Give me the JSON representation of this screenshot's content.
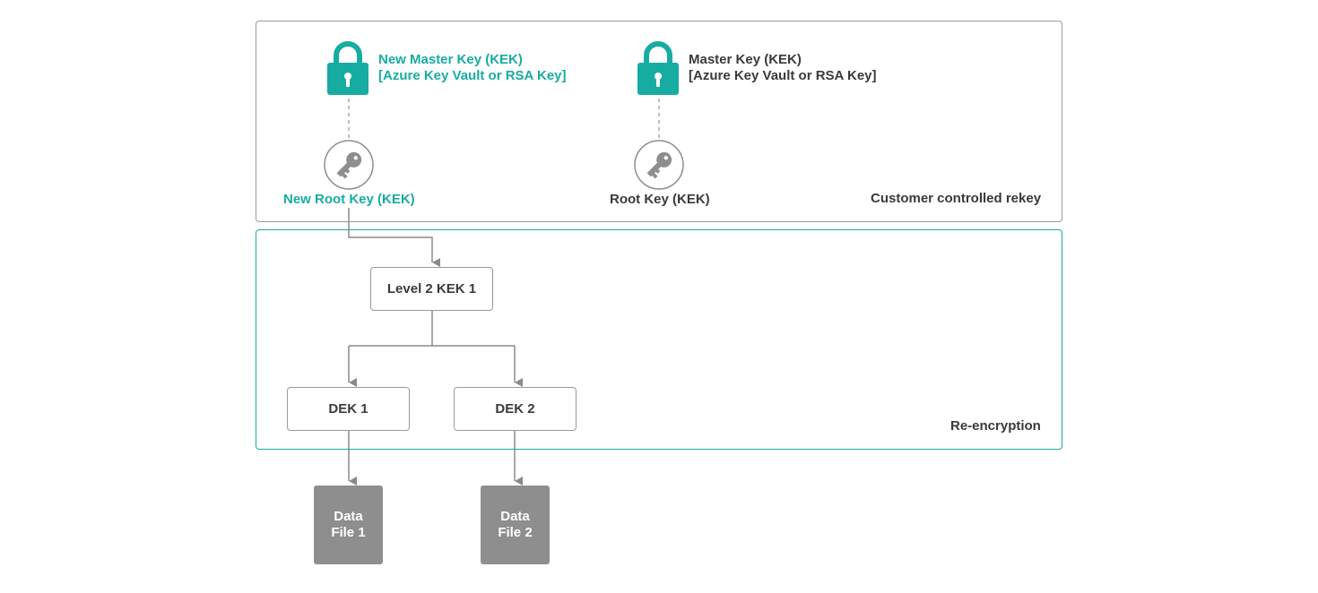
{
  "rekey_panel": {
    "caption": "Customer controlled rekey"
  },
  "reencryption_panel": {
    "caption": "Re-encryption"
  },
  "new_master_key": {
    "line1": "New Master Key (KEK)",
    "line2": "[Azure Key Vault or RSA Key]",
    "icon": "lock-icon"
  },
  "master_key": {
    "line1": "Master Key (KEK)",
    "line2": "[Azure Key Vault or RSA Key]",
    "icon": "lock-icon"
  },
  "new_root_key": {
    "label": "New Root Key (KEK)",
    "icon": "key-icon"
  },
  "root_key": {
    "label": "Root Key (KEK)",
    "icon": "key-icon"
  },
  "level2_kek": {
    "label": "Level 2 KEK 1"
  },
  "dek1": {
    "label": "DEK 1"
  },
  "dek2": {
    "label": "DEK 2"
  },
  "data_file_1": {
    "line1": "Data",
    "line2": "File 1"
  },
  "data_file_2": {
    "line1": "Data",
    "line2": "File 2"
  },
  "colors": {
    "teal": "#17aca1",
    "gray_border": "#9a9a9a",
    "gray_fill": "#8e8e8e",
    "text_dark": "#3a3a3a"
  }
}
